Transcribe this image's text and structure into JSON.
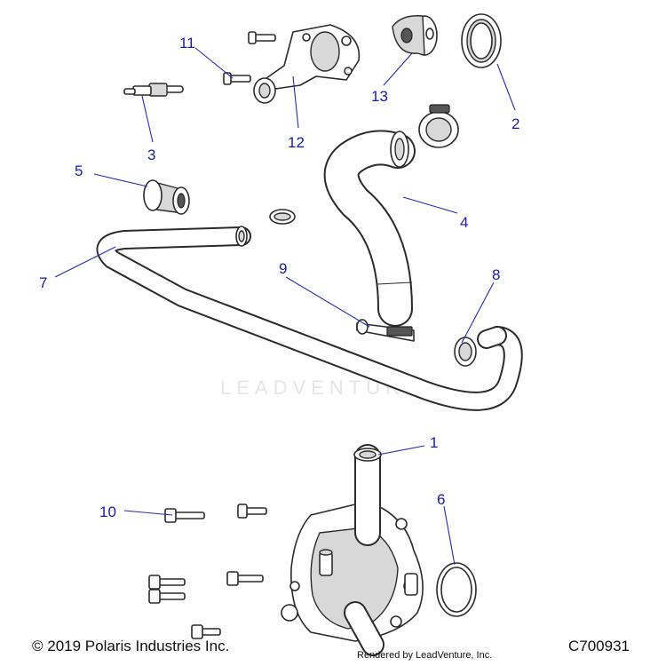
{
  "callouts": {
    "c1": "1",
    "c2": "2",
    "c3": "3",
    "c4": "4",
    "c5": "5",
    "c6": "6",
    "c7": "7",
    "c8": "8",
    "c9": "9",
    "c10": "10",
    "c11": "11",
    "c12": "12",
    "c13": "13"
  },
  "footer": {
    "copyright": "© 2019 Polaris Industries Inc.",
    "rendered_by": "Rendered by LeadVenture, Inc.",
    "diagram_code": "C700931"
  },
  "watermark": "LEADVENTURE",
  "colors": {
    "callout": "#1a1aa8",
    "line": "#2b2b2b",
    "watermark": "#e6e6e6"
  }
}
